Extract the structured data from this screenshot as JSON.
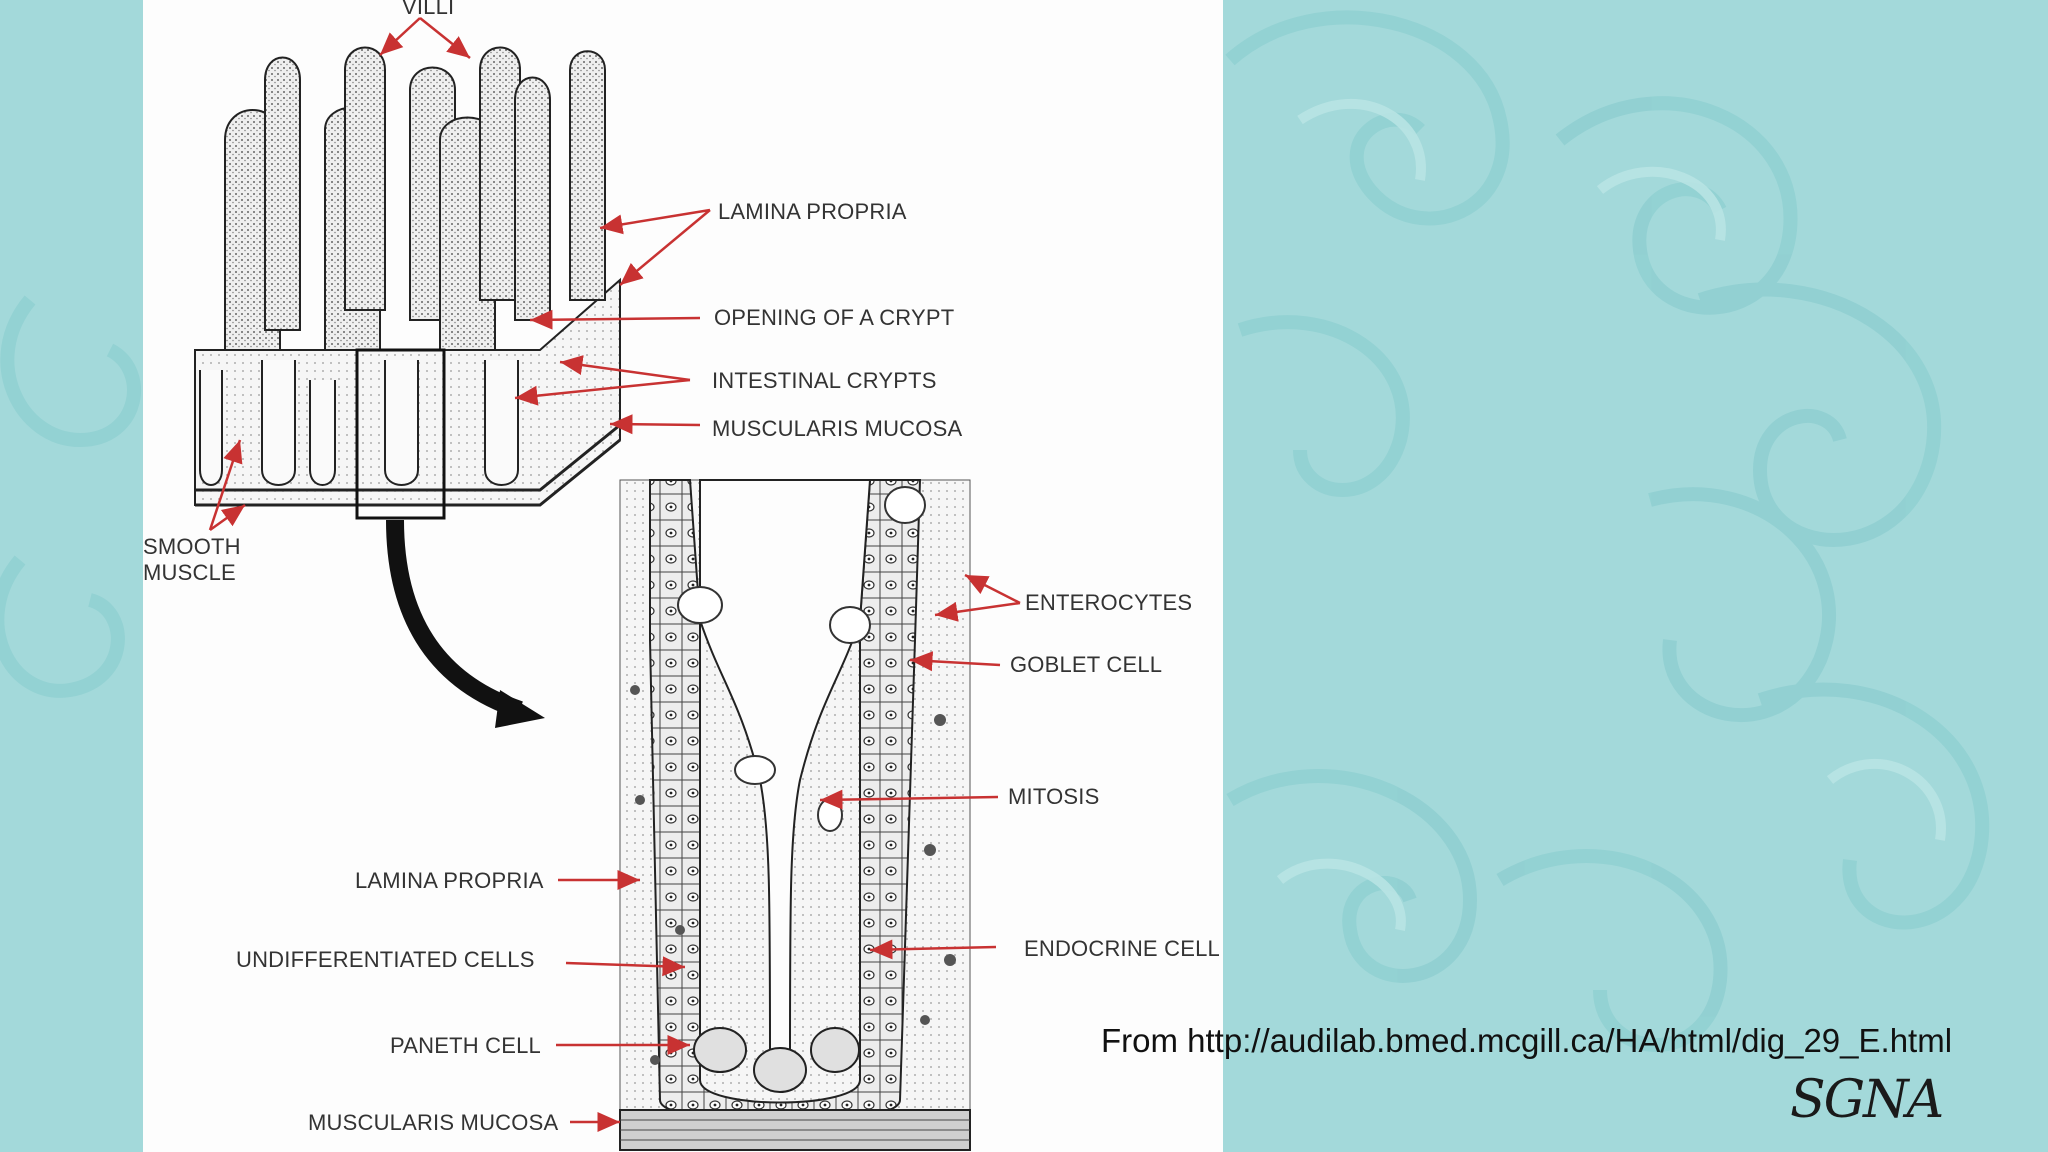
{
  "slide": {
    "source_text": "From http://audilab.bmed.mcgill.ca/HA/html/dig_29_E.html",
    "logo_text": "SGNA"
  },
  "diagram": {
    "labels": {
      "villi": "VILLI",
      "lamina_propria_top": "LAMINA PROPRIA",
      "opening_crypt": "OPENING OF A  CRYPT",
      "intestinal_crypts": "INTESTINAL CRYPTS",
      "muscularis_mucosa_top": "MUSCULARIS MUCOSA",
      "smooth_muscle": "SMOOTH\nMUSCLE",
      "enterocytes": "ENTEROCYTES",
      "goblet_cell": "GOBLET CELL",
      "mitosis": "MITOSIS",
      "lamina_propria_bottom": "LAMINA PROPRIA",
      "endocrine_cell": "ENDOCRINE CELL",
      "undifferentiated_cells": "UNDIFFERENTIATED  CELLS",
      "paneth_cell": "PANETH CELL",
      "muscularis_mucosa_bottom": "MUSCULARIS MUCOSA"
    }
  },
  "colors": {
    "background": "#a3d9da",
    "panel": "#fdfdfd",
    "arrow_red": "#c83232",
    "ink": "#333333"
  }
}
